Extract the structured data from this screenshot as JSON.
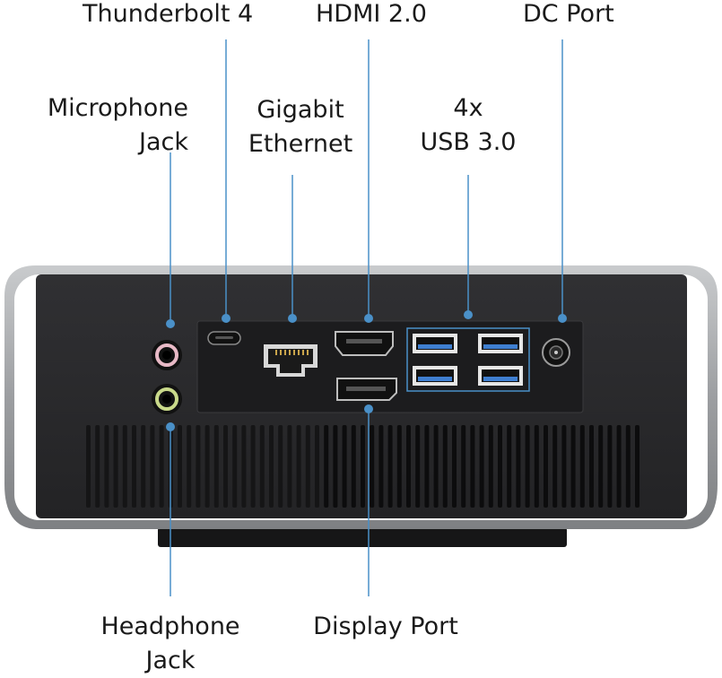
{
  "labels": {
    "thunderbolt": "Thunderbolt 4",
    "hdmi": "HDMI 2.0",
    "dc": "DC Port",
    "mic_line1": "Microphone",
    "mic_line2": "Jack",
    "eth_line1": "Gigabit",
    "eth_line2": "Ethernet",
    "usb_line1": "4x",
    "usb_line2": "USB 3.0",
    "headphone_line1": "Headphone",
    "headphone_line2": "Jack",
    "displayport": "Display Port"
  },
  "colors": {
    "callout": "#4a90c8",
    "device_body": "#2b2b2d",
    "frame": "#a7a9ab",
    "mic_ring": "#e8b9c6",
    "headphone_ring": "#c9d98a",
    "usb_tongue": "#3f7fd0"
  }
}
